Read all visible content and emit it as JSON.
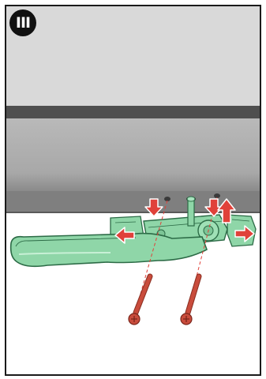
{
  "step": {
    "label": "III"
  },
  "icons": [
    "step-number-badge",
    "window-handle",
    "screw",
    "arrow-icon"
  ],
  "colors": {
    "handle_fill": "#8fd6a8",
    "handle_stroke": "#2c6b46",
    "arrow": "#e0413a",
    "screw": "#c94c3c",
    "frame_top": "#d9d9d9",
    "frame_bar": "#4f4f4f",
    "frame_lower": "#b3b3b3",
    "frame_shadow": "#7a7a7a"
  }
}
